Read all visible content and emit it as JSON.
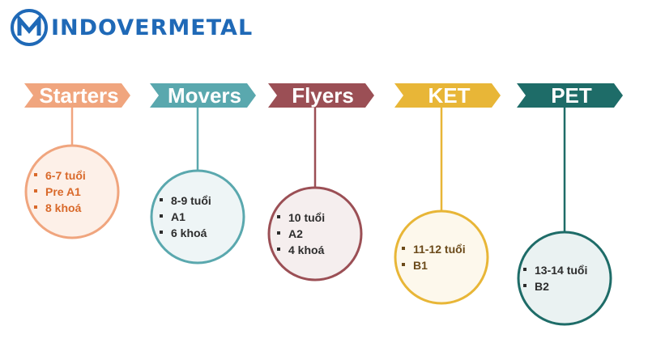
{
  "logo": {
    "text": "INDOVERMETAL",
    "color": "#1f69b7"
  },
  "levels": [
    {
      "name": "Starters",
      "color": "#f0a57e",
      "circle_fill": "#fdf0e8",
      "text_color": "#d9692a",
      "items": [
        "6-7 tuổi",
        "Pre A1",
        "8 khoá"
      ]
    },
    {
      "name": "Movers",
      "color": "#5aa8ae",
      "circle_fill": "#eef5f6",
      "text_color": "#2d2d2d",
      "items": [
        "8-9 tuổi",
        "A1",
        "6 khoá"
      ]
    },
    {
      "name": "Flyers",
      "color": "#9b4f55",
      "circle_fill": "#f5eeee",
      "text_color": "#2d2d2d",
      "items": [
        "10 tuổi",
        "A2",
        "4 khoá"
      ]
    },
    {
      "name": "KET",
      "color": "#e8b637",
      "circle_fill": "#fdf8ec",
      "text_color": "#6b4a1a",
      "items": [
        "11-12 tuổi",
        "B1"
      ]
    },
    {
      "name": "PET",
      "color": "#1e6c68",
      "circle_fill": "#eaf2f2",
      "text_color": "#2d2d2d",
      "items": [
        "13-14 tuổi",
        "B2"
      ]
    }
  ]
}
